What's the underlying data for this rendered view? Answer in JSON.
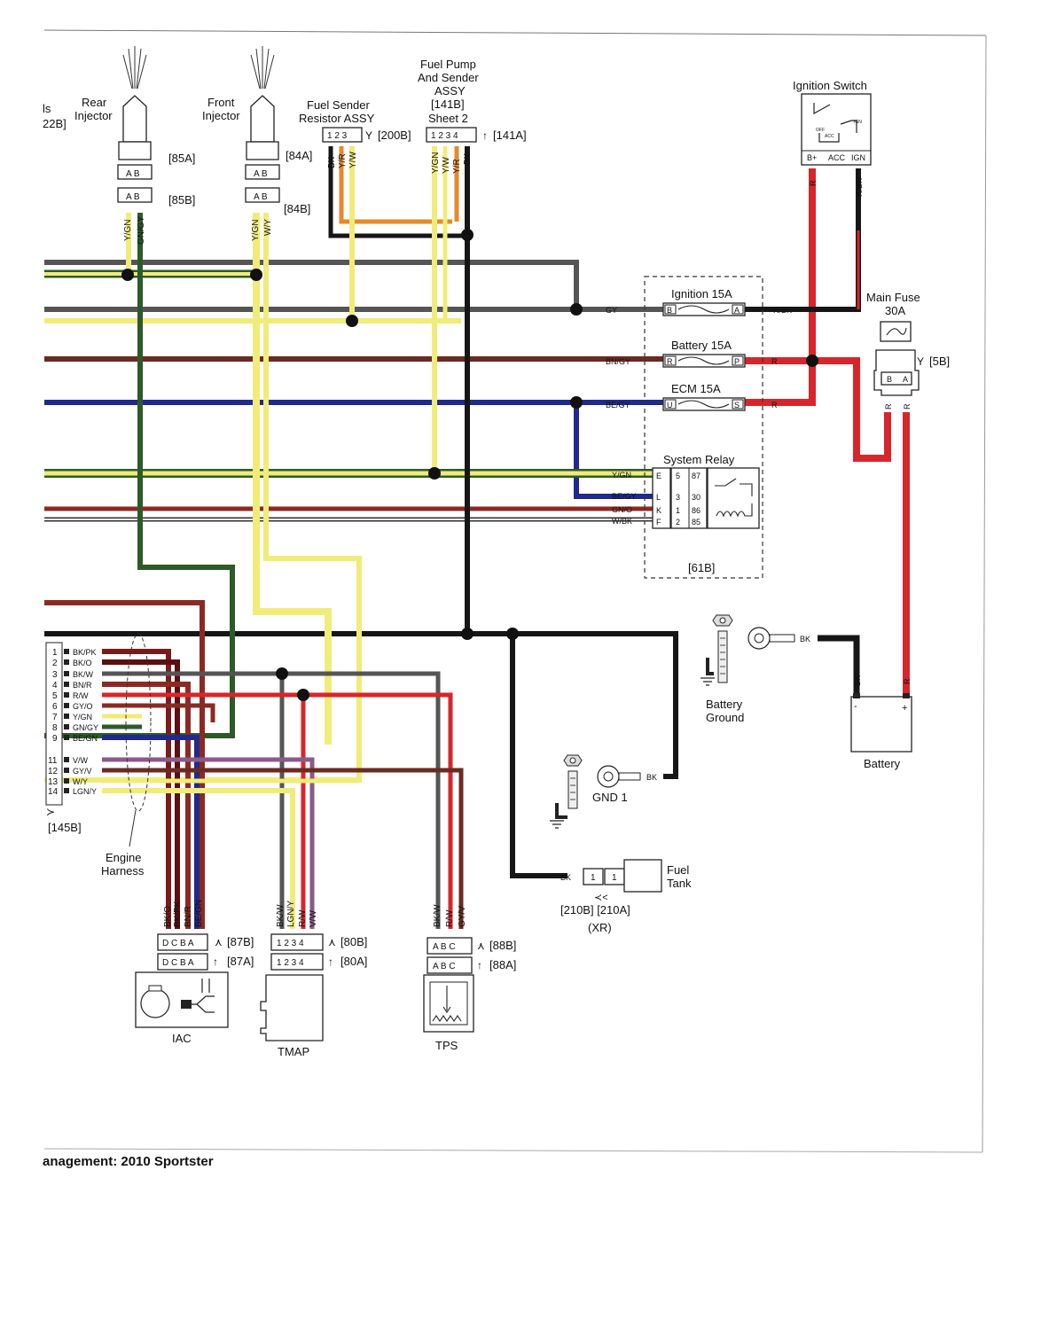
{
  "colors": {
    "black": "#161616",
    "gray": "#555555",
    "red": "#d7262b",
    "brown": "#6b2a22",
    "blue": "#1f2a8c",
    "yellow": "#f0ec7a",
    "green": "#2e5a2a",
    "white": "#e9e9e9",
    "orange": "#e5892a",
    "violet": "#8a5a8a",
    "pink": "#d66a6a"
  },
  "components": {
    "rear_injector": {
      "partial_left": [
        "ls",
        "22B]"
      ],
      "name": [
        "Rear",
        "Injector"
      ],
      "conn_top": "[85A]",
      "conn_bot": "[85B]",
      "pins": "A B",
      "wires": [
        "Y/GN",
        "GN/GY"
      ]
    },
    "front_injector": {
      "name": [
        "Front",
        "Injector"
      ],
      "conn_top": "[84A]",
      "conn_bot": "[84B]",
      "pins": "A B",
      "wires": [
        "Y/GN",
        "W/Y"
      ]
    },
    "fuel_sender_resistor": {
      "name": [
        "Fuel Sender",
        "Resistor ASSY"
      ],
      "conn": "[200B]",
      "pins": "1 2 3",
      "wires": [
        "BK",
        "Y/R",
        "Y/W"
      ]
    },
    "fuel_pump": {
      "name": [
        "Fuel Pump",
        "And Sender",
        "ASSY",
        "[141B]",
        "Sheet 2"
      ],
      "conn": "[141A]",
      "pins": "1 2 3 4",
      "wires": [
        "Y/GN",
        "Y/W",
        "Y/R",
        "BK"
      ]
    },
    "ignition_switch": {
      "name": "Ignition Switch",
      "terms": [
        "B+",
        "ACC",
        "IGN"
      ],
      "positions": [
        "OFF",
        "ACC",
        "IGN"
      ],
      "wires": [
        "R",
        "R/BK"
      ]
    },
    "main_fuse": {
      "name": [
        "Main Fuse",
        "30A"
      ],
      "conn": "[5B]",
      "pins": [
        "B",
        "A"
      ],
      "wires": [
        "R",
        "R"
      ]
    },
    "fuses": [
      {
        "name": "Ignition  15A",
        "in_wire": "GY",
        "pin_in": "B",
        "pin_out": "A",
        "out_wire": "R/BK"
      },
      {
        "name": "Battery 15A",
        "in_wire": "BN/GY",
        "pin_in": "R",
        "pin_out": "P",
        "out_wire": "R"
      },
      {
        "name": "ECM  15A",
        "in_wire": "BE/GY",
        "pin_in": "U",
        "pin_out": "S",
        "out_wire": "R"
      }
    ],
    "system_relay": {
      "name": "System Relay",
      "rows": [
        {
          "wire": "Y/GN",
          "letter": "E",
          "pin": "5",
          "term": "87"
        },
        {
          "wire": "BE/GY",
          "letter": "L",
          "pin": "3",
          "term": "30"
        },
        {
          "wire": "GN/O",
          "letter": "K",
          "pin": "1",
          "term": "86"
        },
        {
          "wire": "W/BK",
          "letter": "F",
          "pin": "2",
          "term": "85"
        }
      ],
      "conn": "[61B]"
    },
    "battery_ground": {
      "name": [
        "Battery",
        "Ground"
      ],
      "wire": "BK"
    },
    "battery": {
      "name": "Battery",
      "wires": [
        "BK",
        "R"
      ],
      "terms": [
        "-",
        "+"
      ]
    },
    "gnd1": {
      "name": "GND 1",
      "wire": "BK"
    },
    "fuel_tank": {
      "name": [
        "Fuel",
        "Tank"
      ],
      "wire": "BK",
      "pins": [
        "1",
        "1"
      ],
      "conns": "[210B]  [210A]",
      "note": "(XR)"
    },
    "engine_harness": {
      "name": [
        "Engine",
        "Harness"
      ],
      "conn": "[145B]",
      "pins": [
        {
          "n": "1",
          "w": "BK/PK"
        },
        {
          "n": "2",
          "w": "BK/O"
        },
        {
          "n": "3",
          "w": "BK/W"
        },
        {
          "n": "4",
          "w": "BN/R"
        },
        {
          "n": "5",
          "w": "R/W"
        },
        {
          "n": "6",
          "w": "GY/O"
        },
        {
          "n": "7",
          "w": "Y/GN"
        },
        {
          "n": "8",
          "w": "GN/GY"
        },
        {
          "n": "9",
          "w": "BE/GN"
        },
        {
          "n": "11",
          "w": "V/W"
        },
        {
          "n": "12",
          "w": "GY/V"
        },
        {
          "n": "13",
          "w": "W/Y"
        },
        {
          "n": "14",
          "w": "LGN/Y"
        }
      ]
    },
    "iac": {
      "name": "IAC",
      "pins": "D C B A",
      "conn_top": "[87B]",
      "conn_bot": "[87A]",
      "wires": [
        "BK/O",
        "BK/PK",
        "BN/R",
        "BE/GN"
      ]
    },
    "tmap": {
      "name": "TMAP",
      "pins": "1 2 3 4",
      "conn_top": "[80B]",
      "conn_bot": "[80A]",
      "wires": [
        "BK/W",
        "LGN/Y",
        "R/W",
        "V/W"
      ]
    },
    "tps": {
      "name": "TPS",
      "pins": "A B C",
      "conn_top": "[88B]",
      "conn_bot": "[88A]",
      "wires": [
        "BK/W",
        "R/W",
        "GY/V"
      ]
    }
  },
  "footer": "anagement: 2010 Sportster"
}
